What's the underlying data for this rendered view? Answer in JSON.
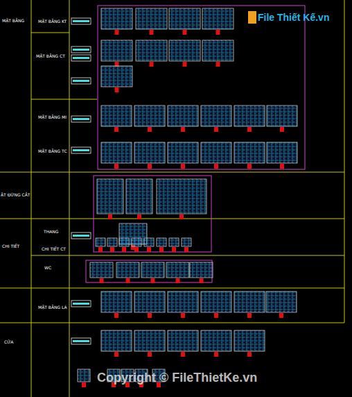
{
  "diagram": {
    "labels": [
      "MẶT BẰNG",
      "MẶT BẰNG KT",
      "MẶT BẰNG CT",
      "MẶT BẰNG MI",
      "MẶT BẰNG TC",
      "ẶT ĐỨNG CẮT",
      "THANG",
      "CHI TIẾT",
      "CHI TIẾT CT",
      "WC",
      "MẶT BẰNG LÁ",
      "CỬA",
      "File Thiết Kế.vn",
      "Copyright © FileThietKe.vn"
    ]
  }
}
